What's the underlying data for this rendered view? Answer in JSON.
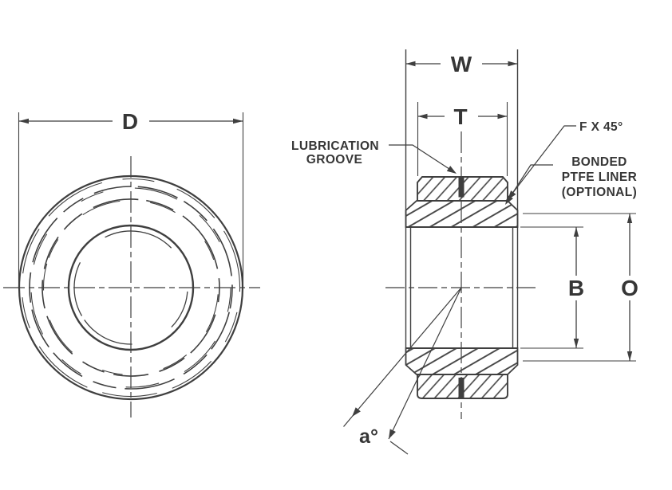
{
  "drawing": {
    "type": "engineering-dimension-drawing",
    "subject": "spherical plain bearing, front view and cross-section view"
  },
  "colors": {
    "line": "#3f3f3f",
    "text": "#363636",
    "background": "#ffffff"
  },
  "labels": {
    "d": "D",
    "w": "W",
    "t": "T",
    "b": "B",
    "o": "O",
    "angle": "a°",
    "chamfer": "F X 45°",
    "lub1": "LUBRICATION",
    "lub2": "GROOVE",
    "ptfe1": "BONDED",
    "ptfe2": "PTFE LINER",
    "ptfe3": "(OPTIONAL)"
  }
}
